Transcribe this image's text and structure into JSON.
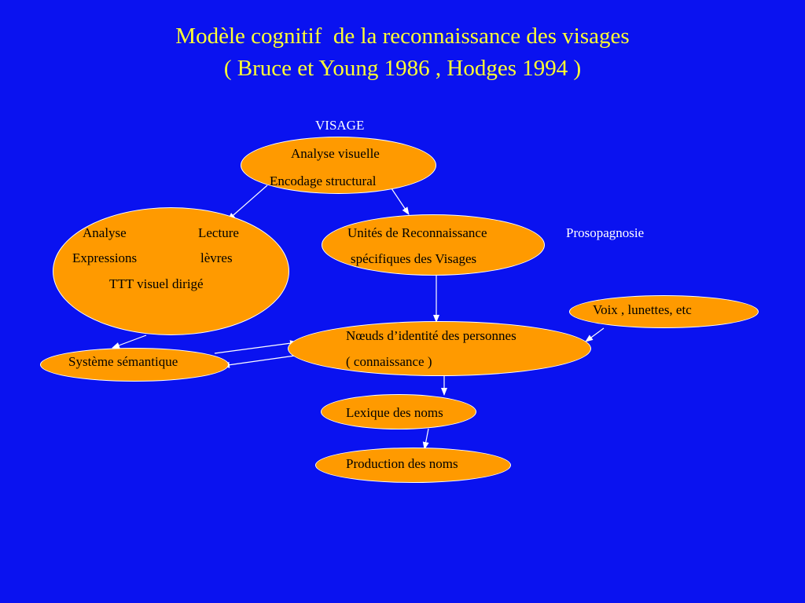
{
  "title": {
    "line1": "Modèle cognitif  de la reconnaissance des visages",
    "line2": "( Bruce et Young 1986 , Hodges 1994 )"
  },
  "nodes": {
    "visage": "VISAGE",
    "analyse_visuelle": "Analyse visuelle",
    "encodage_structural": "Encodage structural",
    "analyse": "Analyse",
    "expressions": "Expressions",
    "lecture": "Lecture",
    "levres": "lèvres",
    "ttt_visuel": "TTT visuel dirigé",
    "unites_line1": "Unités de Reconnaissance",
    "unites_line2": "spécifiques des Visages",
    "prosopagnosie": "Prosopagnosie",
    "voix": "Voix , lunettes, etc",
    "noeuds_line1": "Nœuds d’identité des personnes",
    "noeuds_line2": "( connaissance )",
    "systeme_semantique": "Système sémantique",
    "lexique": "Lexique des noms",
    "production": "Production des noms"
  },
  "colors": {
    "background": "#0a12f0",
    "title": "#ffff33",
    "node_fill": "#ff9a00",
    "arrow": "#ffffff"
  }
}
